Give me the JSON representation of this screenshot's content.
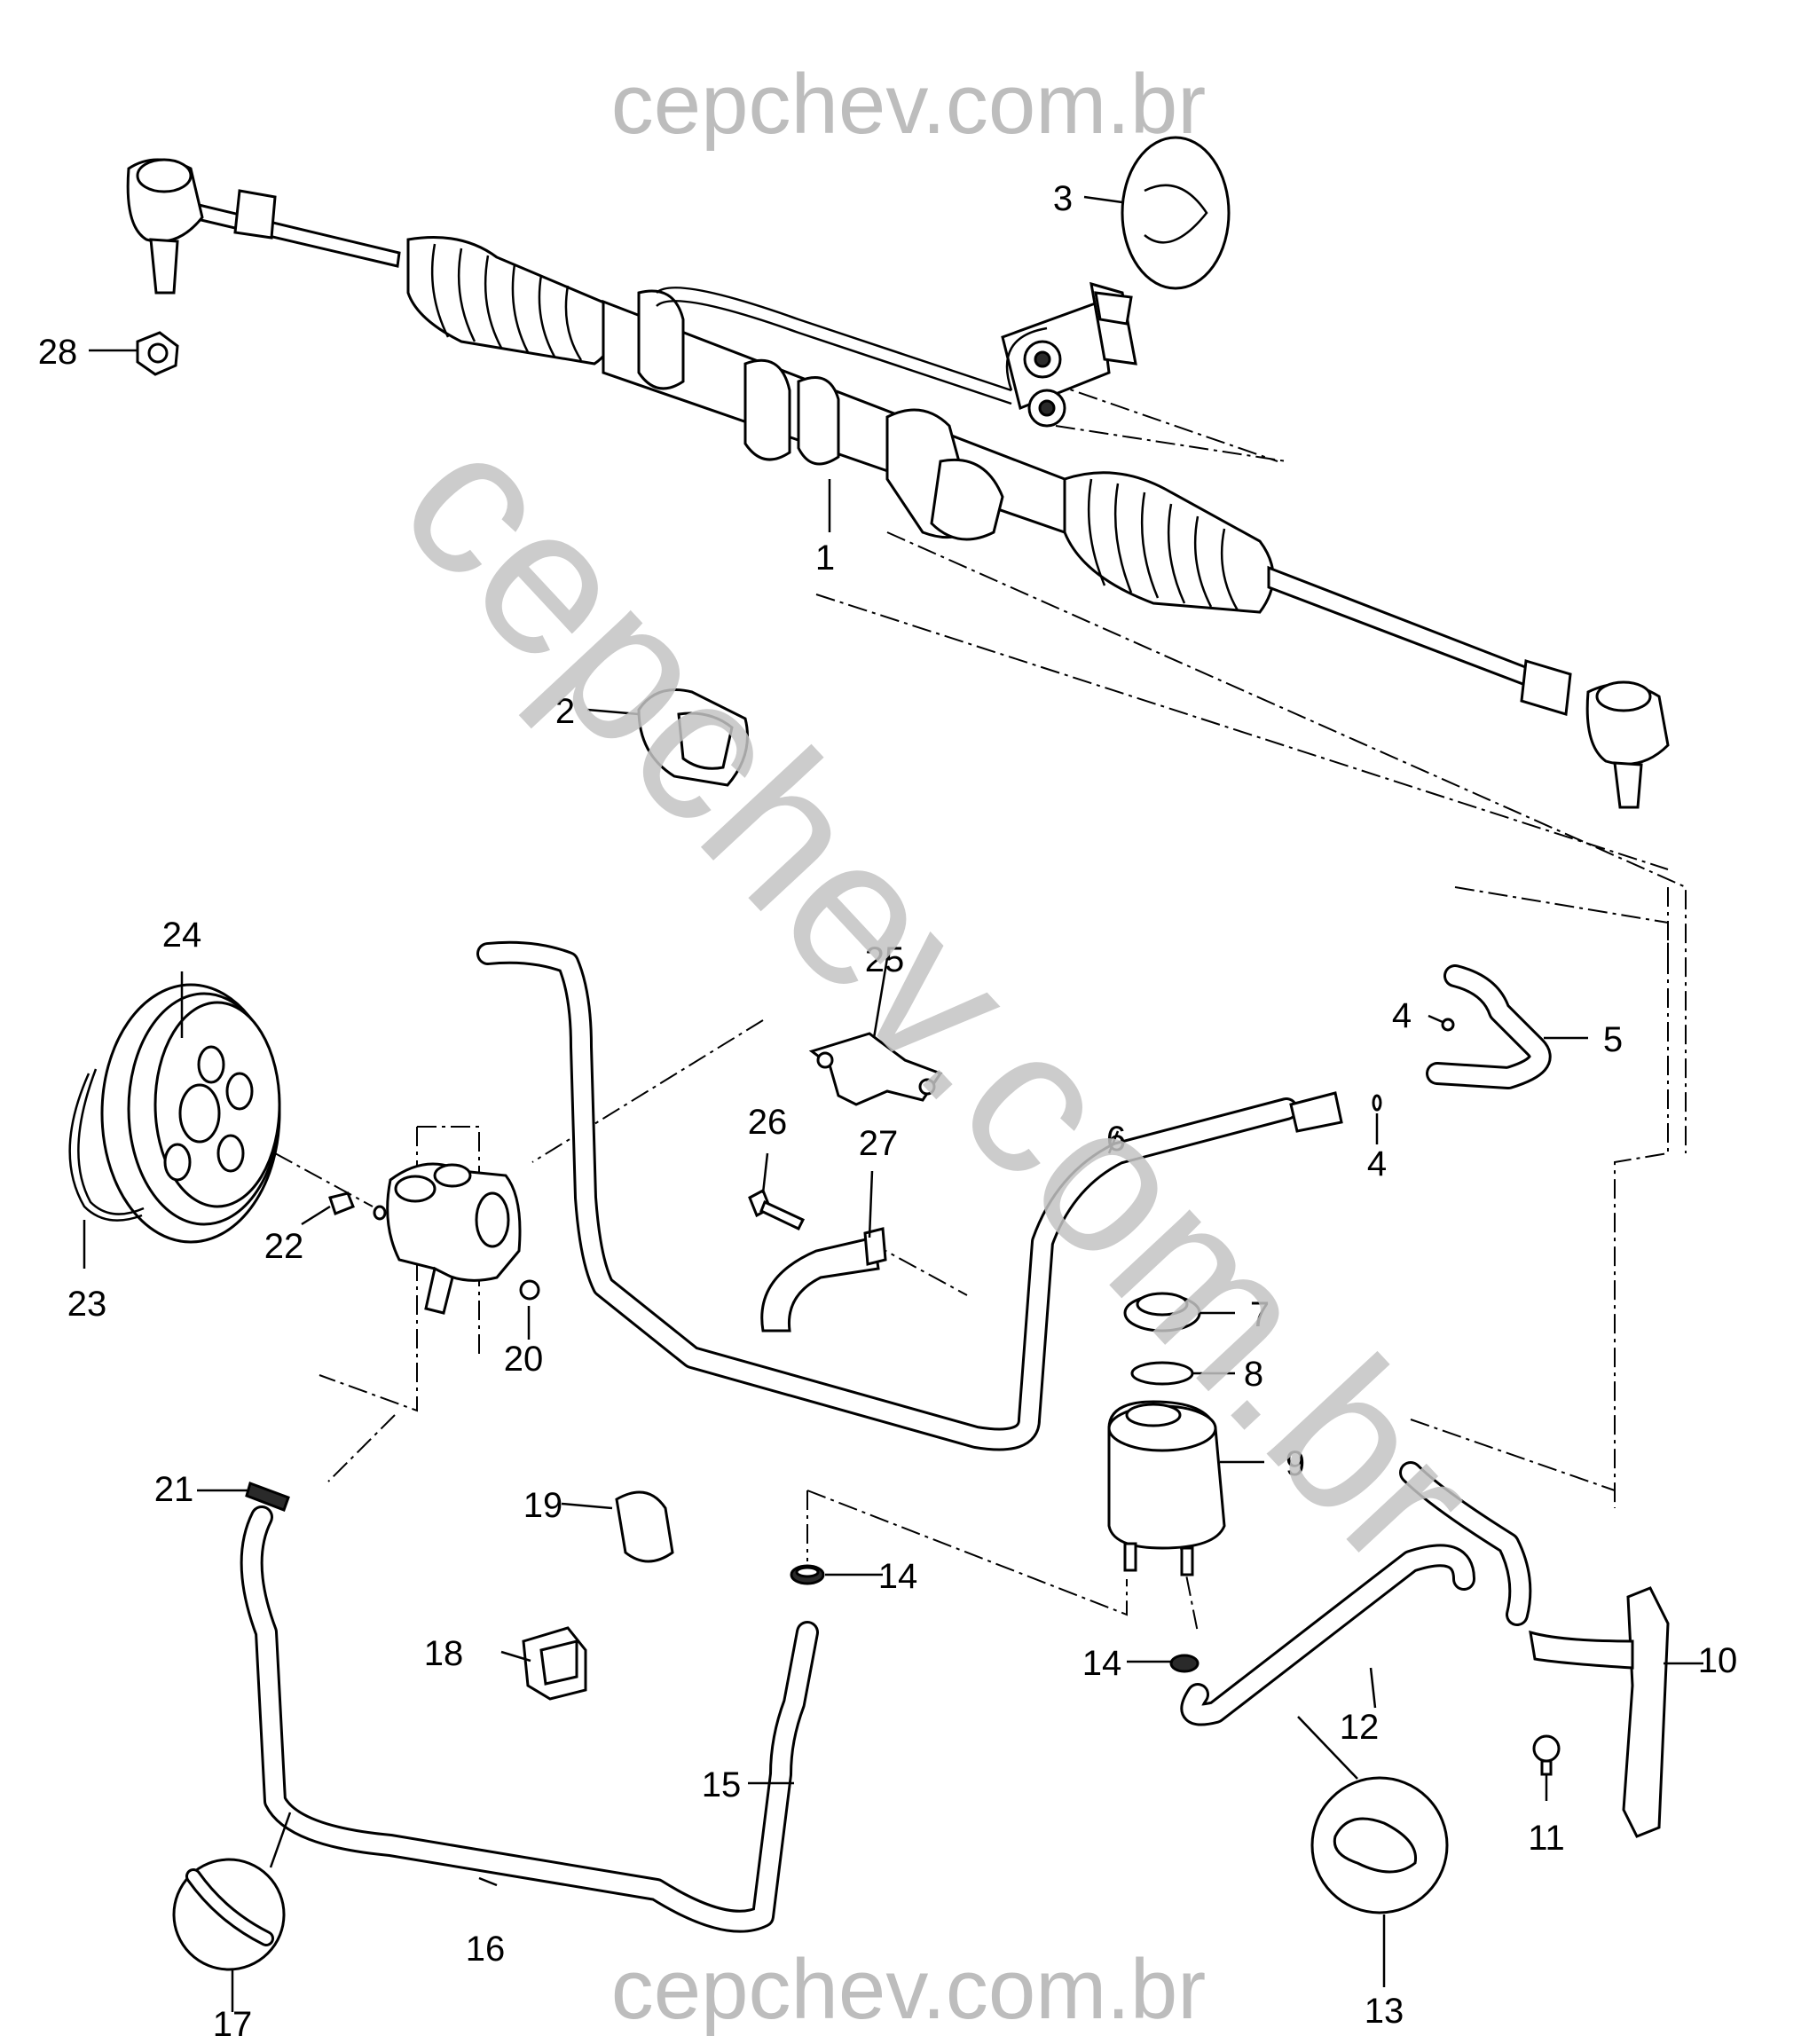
{
  "watermark": {
    "header": "cepchev.com.br",
    "footer": "cepchev.com.br",
    "diagonal": "cepchev.com.br"
  },
  "callouts": [
    "1",
    "2",
    "3",
    "4",
    "4",
    "5",
    "6",
    "7",
    "8",
    "9",
    "10",
    "11",
    "12",
    "13",
    "14",
    "14",
    "15",
    "16",
    "17",
    "18",
    "19",
    "20",
    "21",
    "22",
    "23",
    "24",
    "25",
    "26",
    "27",
    "28"
  ],
  "colors": {
    "ink": "#000000",
    "watermark": "#bdbdbd",
    "background": "#ffffff"
  }
}
